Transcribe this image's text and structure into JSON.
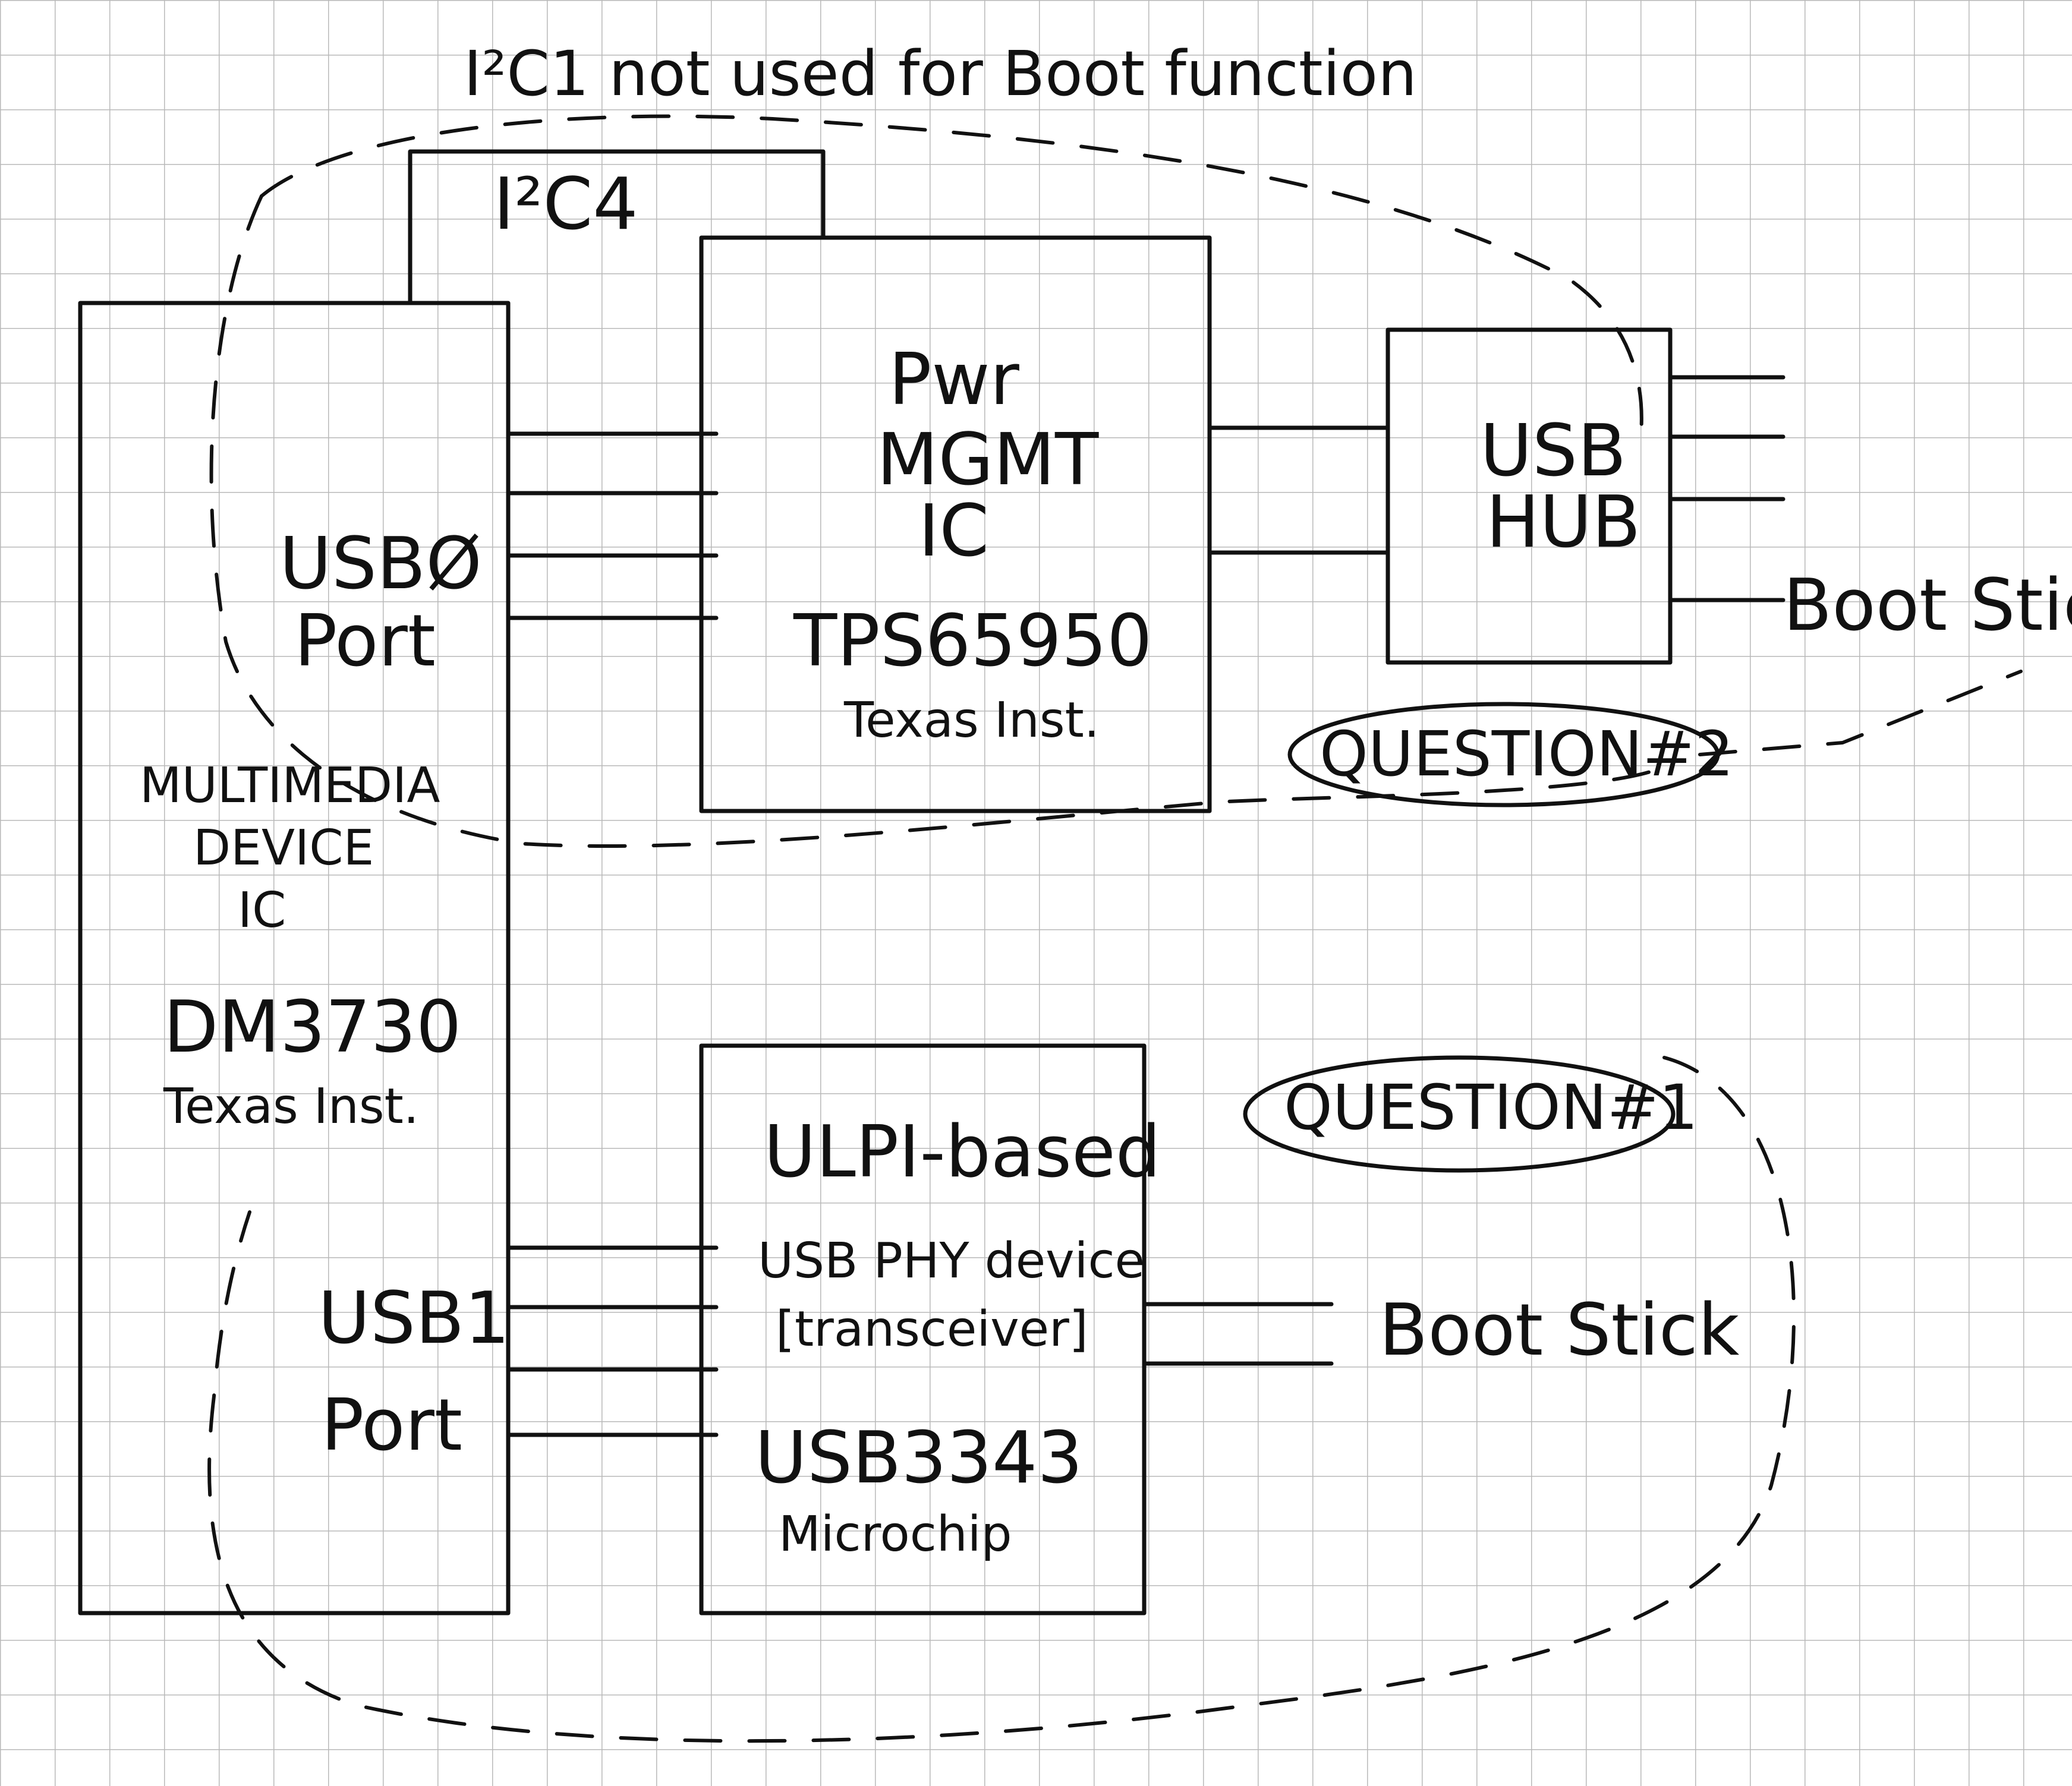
{
  "diagram": {
    "title_note": "I²C1 not used for Boot function",
    "i2c_bus_label": "I²C4",
    "blocks": {
      "multimedia": {
        "port0_line1": "USBØ",
        "port0_line2": "Port",
        "name_line1": "MULTIMEDIA",
        "name_line2": "DEVICE",
        "name_line3": "IC",
        "part": "DM3730",
        "maker": "Texas Inst.",
        "port1_line1": "USB1",
        "port1_line2": "Port"
      },
      "pmic": {
        "line1": "Pwr",
        "line2": "MGMT",
        "line3": "IC",
        "part": "TPS65950",
        "maker": "Texas Inst."
      },
      "hub": {
        "line1": "USB",
        "line2": "HUB"
      },
      "phy": {
        "line1": "ULPI-based",
        "line2": "USB PHY device",
        "line3": "[transceiver]",
        "part": "USB3343",
        "maker": "Microchip"
      }
    },
    "external": {
      "hub_boot_stick": "Boot Stick",
      "phy_boot_stick": "Boot Stick"
    },
    "questions": {
      "q1": "QUESTION#1",
      "q2": "QUESTION#2"
    }
  }
}
